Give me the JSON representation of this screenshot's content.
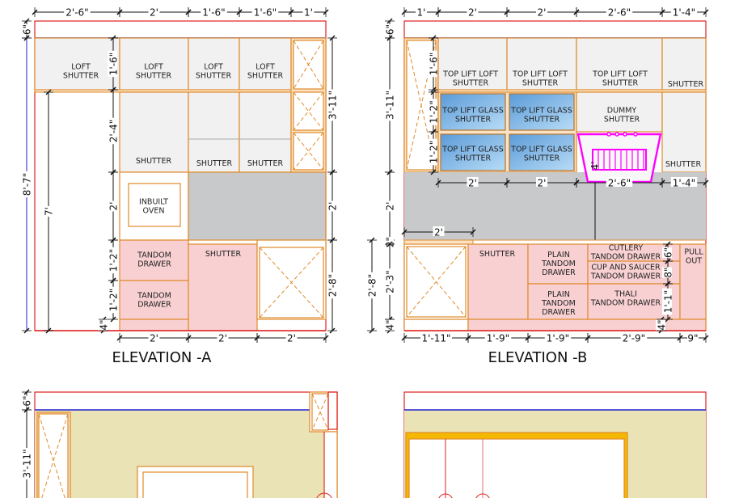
{
  "colors": {
    "wall": "#e02020",
    "ceiling": "#2020d0",
    "carcass": "#e08a2a",
    "panel": "#f1f1f1",
    "counter": "#c8c9cb",
    "base": "#f8d0d2",
    "glass": "#7fb6e6",
    "hood": "#ff00ff",
    "wall_paint": "#e9e3b5",
    "frame": "#f5b800"
  },
  "elevation_a": {
    "title": "ELEVATION -A",
    "top_dims": [
      "2'-6\"",
      "2'",
      "1'-6\"",
      "1'-6\"",
      "1'"
    ],
    "bottom_dims": [
      "2'",
      "2'",
      "2'"
    ],
    "left_dims": {
      "ceiling": "6\"",
      "overall": "8'-7\"",
      "door": "7'",
      "loft": "1'-6\"",
      "wall_unit": "2'-4\"",
      "counter_gap": "2'",
      "drawer_1": "1'-2\"",
      "drawer_2": "1'-2\"",
      "plinth": "4\""
    },
    "right_dims": {
      "upper": "3'-11\"",
      "gap": "2'",
      "base": "2'-8\""
    },
    "panels": {
      "loft_1": [
        "LOFT",
        "SHUTTER"
      ],
      "loft_2": [
        "LOFT",
        "SHUTTER"
      ],
      "loft_3": [
        "LOFT",
        "SHUTTER"
      ],
      "loft_4": [
        "LOFT",
        "SHUTTER"
      ],
      "shutter_1": "SHUTTER",
      "shutter_2": "SHUTTER",
      "shutter_3": "SHUTTER",
      "oven": [
        "INBUILT",
        "OVEN"
      ],
      "drawer_1": [
        "TANDOM",
        "DRAWER"
      ],
      "drawer_2": [
        "TANDOM",
        "DRAWER"
      ],
      "base_shutter": "SHUTTER"
    }
  },
  "elevation_b": {
    "title": "ELEVATION -B",
    "top_dims": [
      "1'",
      "2'",
      "2'",
      "2'-6\"",
      "1'-4\""
    ],
    "under_wall_dims": [
      "2'",
      "2'",
      "2'-6\"",
      "1'-4\""
    ],
    "bottom_dims": [
      "1'-11\"",
      "1'-9\"",
      "1'-9\"",
      "2'-9\"",
      "9\""
    ],
    "left_dims": {
      "ceiling": "6\"",
      "upper": "3'-11\"",
      "gap": "2'",
      "strip": "2\"",
      "base": "2'-3\"",
      "plinth": "4\"",
      "base_total": "2'-8\"",
      "loft": "1'-6\"",
      "glass_1": "1'-2\"",
      "glass_2": "1'-2\""
    },
    "counter_dim": "2'",
    "hood_dim": "4'",
    "right_dims": {
      "cutlery": "6\"",
      "cup": "8\"",
      "thali": "1'-1\"",
      "plinth": "4\""
    },
    "panels": {
      "loft_1": [
        "TOP LIFT LOFT",
        "SHUTTER"
      ],
      "loft_2": [
        "TOP LIFT LOFT",
        "SHUTTER"
      ],
      "loft_3": [
        "TOP LIFT LOFT",
        "SHUTTER"
      ],
      "loft_4": "SHUTTER",
      "glass_1": [
        "TOP LIFT GLASS",
        "SHUTTER"
      ],
      "glass_2": [
        "TOP LIFT GLASS",
        "SHUTTER"
      ],
      "glass_3": [
        "TOP LIFT GLASS",
        "SHUTTER"
      ],
      "glass_4": [
        "TOP LIFT GLASS",
        "SHUTTER"
      ],
      "dummy": [
        "DUMMY",
        "SHUTTER"
      ],
      "side_shutter": "SHUTTER",
      "base_shutter": "SHUTTER",
      "plain_1": [
        "PLAIN",
        "TANDOM",
        "DRAWER"
      ],
      "plain_2": [
        "PLAIN",
        "TANDOM",
        "DRAWER"
      ],
      "cutlery": [
        "CUTLERY",
        "TANDOM DRAWER"
      ],
      "cup": [
        "CUP AND SAUCER",
        "TANDOM DRAWER"
      ],
      "thali": [
        "THALI",
        "TANDOM DRAWER"
      ],
      "pullout": [
        "PULL",
        "OUT"
      ]
    }
  },
  "elevation_c": {
    "left_dims": {
      "ceiling": "6\"",
      "upper": "3'-11\""
    }
  }
}
